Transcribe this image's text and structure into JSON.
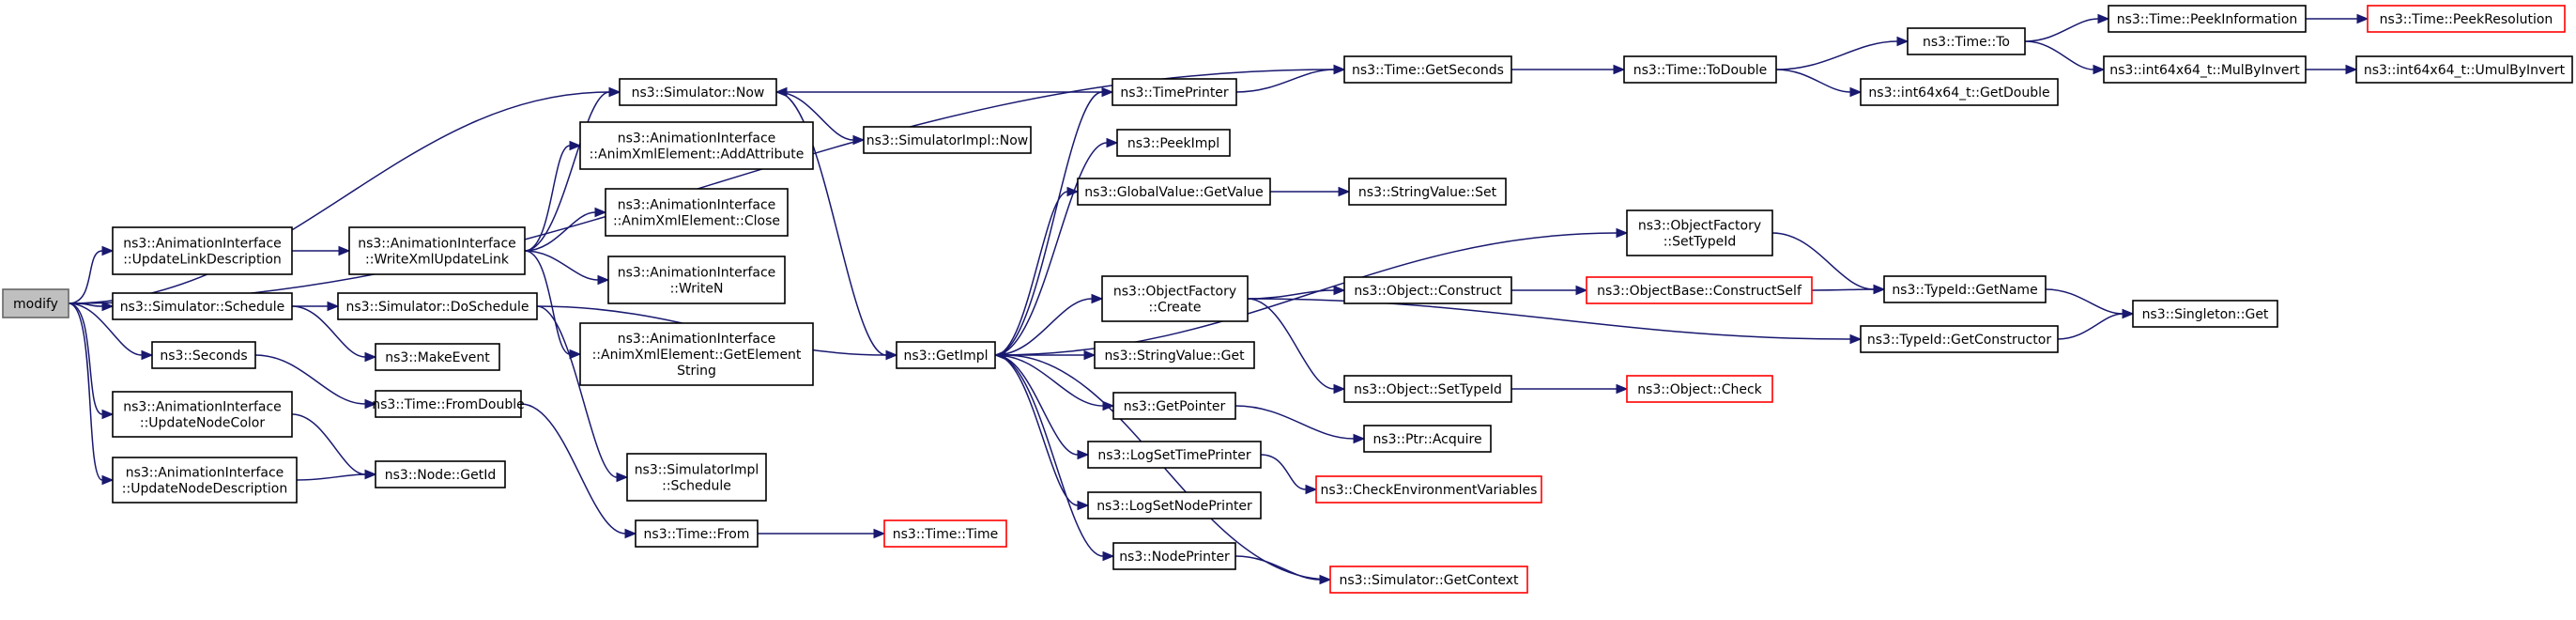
{
  "diagram": {
    "type": "call-graph",
    "colors": {
      "edge": "#191970",
      "node_border": "#000000",
      "truncated_border": "#ff0000",
      "root_fill": "#bfbfbf",
      "background": "#ffffff"
    },
    "nodes": [
      {
        "id": "modify",
        "lines": [
          "modify"
        ],
        "root": true
      },
      {
        "id": "updateLinkDescription",
        "lines": [
          "ns3::AnimationInterface",
          "::UpdateLinkDescription"
        ]
      },
      {
        "id": "simSchedule",
        "lines": [
          "ns3::Simulator::Schedule"
        ]
      },
      {
        "id": "seconds",
        "lines": [
          "ns3::Seconds"
        ]
      },
      {
        "id": "updateNodeColor",
        "lines": [
          "ns3::AnimationInterface",
          "::UpdateNodeColor"
        ]
      },
      {
        "id": "updateNodeDescription",
        "lines": [
          "ns3::AnimationInterface",
          "::UpdateNodeDescription"
        ]
      },
      {
        "id": "writeXmlUpdateLink",
        "lines": [
          "ns3::AnimationInterface",
          "::WriteXmlUpdateLink"
        ]
      },
      {
        "id": "doSchedule",
        "lines": [
          "ns3::Simulator::DoSchedule"
        ]
      },
      {
        "id": "fromDouble",
        "lines": [
          "ns3::Time::FromDouble"
        ]
      },
      {
        "id": "nodeGetId",
        "lines": [
          "ns3::Node::GetId"
        ]
      },
      {
        "id": "simNow",
        "lines": [
          "ns3::Simulator::Now"
        ]
      },
      {
        "id": "addAttribute",
        "lines": [
          "ns3::AnimationInterface",
          "::AnimXmlElement::AddAttribute"
        ]
      },
      {
        "id": "close",
        "lines": [
          "ns3::AnimationInterface",
          "::AnimXmlElement::Close"
        ]
      },
      {
        "id": "writeN",
        "lines": [
          "ns3::AnimationInterface",
          "::WriteN"
        ]
      },
      {
        "id": "getElementString",
        "lines": [
          "ns3::AnimationInterface",
          "::AnimXmlElement::GetElement",
          "String"
        ]
      },
      {
        "id": "makeEvent",
        "lines": [
          "ns3::MakeEvent"
        ]
      },
      {
        "id": "simImplSchedule",
        "lines": [
          "ns3::SimulatorImpl",
          "::Schedule"
        ]
      },
      {
        "id": "timeFrom",
        "lines": [
          "ns3::Time::From"
        ]
      },
      {
        "id": "simImplNow",
        "lines": [
          "ns3::SimulatorImpl::Now"
        ]
      },
      {
        "id": "getImpl",
        "lines": [
          "ns3::GetImpl"
        ]
      },
      {
        "id": "timeTime",
        "lines": [
          "ns3::Time::Time"
        ],
        "truncated": true
      },
      {
        "id": "timePrinter",
        "lines": [
          "ns3::TimePrinter"
        ]
      },
      {
        "id": "peekImpl",
        "lines": [
          "ns3::PeekImpl"
        ]
      },
      {
        "id": "globalGetValue",
        "lines": [
          "ns3::GlobalValue::GetValue"
        ]
      },
      {
        "id": "objFactoryCreate",
        "lines": [
          "ns3::ObjectFactory",
          "::Create"
        ]
      },
      {
        "id": "stringValueGet",
        "lines": [
          "ns3::StringValue::Get"
        ]
      },
      {
        "id": "getPointer",
        "lines": [
          "ns3::GetPointer"
        ]
      },
      {
        "id": "logSetTimePrinter",
        "lines": [
          "ns3::LogSetTimePrinter"
        ]
      },
      {
        "id": "logSetNodePrinter",
        "lines": [
          "ns3::LogSetNodePrinter"
        ]
      },
      {
        "id": "nodePrinter",
        "lines": [
          "ns3::NodePrinter"
        ]
      },
      {
        "id": "timeGetSeconds",
        "lines": [
          "ns3::Time::GetSeconds"
        ]
      },
      {
        "id": "stringValueSet",
        "lines": [
          "ns3::StringValue::Set"
        ]
      },
      {
        "id": "objConstruct",
        "lines": [
          "ns3::Object::Construct"
        ]
      },
      {
        "id": "objSetTypeId",
        "lines": [
          "ns3::Object::SetTypeId"
        ]
      },
      {
        "id": "ptrAcquire",
        "lines": [
          "ns3::Ptr::Acquire"
        ]
      },
      {
        "id": "checkEnv",
        "lines": [
          "ns3::CheckEnvironmentVariables"
        ],
        "truncated": true
      },
      {
        "id": "simGetContext",
        "lines": [
          "ns3::Simulator::GetContext"
        ],
        "truncated": true
      },
      {
        "id": "timeToDouble",
        "lines": [
          "ns3::Time::ToDouble"
        ]
      },
      {
        "id": "objFactorySetTypeId",
        "lines": [
          "ns3::ObjectFactory",
          "::SetTypeId"
        ]
      },
      {
        "id": "objBaseConstructSelf",
        "lines": [
          "ns3::ObjectBase::ConstructSelf"
        ],
        "truncated": true
      },
      {
        "id": "objCheck",
        "lines": [
          "ns3::Object::Check"
        ],
        "truncated": true
      },
      {
        "id": "timeTo",
        "lines": [
          "ns3::Time::To"
        ]
      },
      {
        "id": "int64GetDouble",
        "lines": [
          "ns3::int64x64_t::GetDouble"
        ]
      },
      {
        "id": "typeIdGetName",
        "lines": [
          "ns3::TypeId::GetName"
        ]
      },
      {
        "id": "typeIdGetConstructor",
        "lines": [
          "ns3::TypeId::GetConstructor"
        ]
      },
      {
        "id": "timePeekInfo",
        "lines": [
          "ns3::Time::PeekInformation"
        ]
      },
      {
        "id": "int64MulByInvert",
        "lines": [
          "ns3::int64x64_t::MulByInvert"
        ]
      },
      {
        "id": "singletonGet",
        "lines": [
          "ns3::Singleton::Get"
        ]
      },
      {
        "id": "timePeekResolution",
        "lines": [
          "ns3::Time::PeekResolution"
        ],
        "truncated": true
      },
      {
        "id": "int64UmulByInvert",
        "lines": [
          "ns3::int64x64_t::UmulByInvert"
        ]
      }
    ],
    "edges": [
      [
        "modify",
        "timeGetSeconds"
      ],
      [
        "modify",
        "simNow"
      ],
      [
        "modify",
        "updateLinkDescription"
      ],
      [
        "modify",
        "simSchedule"
      ],
      [
        "modify",
        "seconds"
      ],
      [
        "modify",
        "updateNodeColor"
      ],
      [
        "modify",
        "updateNodeDescription"
      ],
      [
        "updateLinkDescription",
        "writeXmlUpdateLink"
      ],
      [
        "writeXmlUpdateLink",
        "simNow"
      ],
      [
        "writeXmlUpdateLink",
        "addAttribute"
      ],
      [
        "writeXmlUpdateLink",
        "close"
      ],
      [
        "writeXmlUpdateLink",
        "writeN"
      ],
      [
        "writeXmlUpdateLink",
        "getElementString"
      ],
      [
        "simSchedule",
        "doSchedule"
      ],
      [
        "simSchedule",
        "makeEvent"
      ],
      [
        "doSchedule",
        "getImpl"
      ],
      [
        "doSchedule",
        "simImplSchedule"
      ],
      [
        "seconds",
        "fromDouble"
      ],
      [
        "fromDouble",
        "timeFrom"
      ],
      [
        "timeFrom",
        "timeTime"
      ],
      [
        "updateNodeColor",
        "nodeGetId"
      ],
      [
        "updateNodeDescription",
        "nodeGetId"
      ],
      [
        "simNow",
        "simImplNow"
      ],
      [
        "simNow",
        "getImpl"
      ],
      [
        "getImpl",
        "timePrinter"
      ],
      [
        "getImpl",
        "peekImpl"
      ],
      [
        "getImpl",
        "globalGetValue"
      ],
      [
        "getImpl",
        "objFactorySetTypeId"
      ],
      [
        "getImpl",
        "objFactoryCreate"
      ],
      [
        "getImpl",
        "stringValueGet"
      ],
      [
        "getImpl",
        "getPointer"
      ],
      [
        "getImpl",
        "logSetTimePrinter"
      ],
      [
        "getImpl",
        "logSetNodePrinter"
      ],
      [
        "getImpl",
        "nodePrinter"
      ],
      [
        "timePrinter",
        "simNow"
      ],
      [
        "timePrinter",
        "timeGetSeconds"
      ],
      [
        "globalGetValue",
        "stringValueSet"
      ],
      [
        "objFactoryCreate",
        "objConstruct"
      ],
      [
        "objFactoryCreate",
        "objSetTypeId"
      ],
      [
        "objFactoryCreate",
        "typeIdGetConstructor"
      ],
      [
        "getPointer",
        "ptrAcquire"
      ],
      [
        "logSetTimePrinter",
        "checkEnv"
      ],
      [
        "nodePrinter",
        "simGetContext"
      ],
      [
        "simGetContext",
        "getImpl"
      ],
      [
        "objConstruct",
        "objBaseConstructSelf"
      ],
      [
        "objBaseConstructSelf",
        "typeIdGetName"
      ],
      [
        "objSetTypeId",
        "objCheck"
      ],
      [
        "objFactorySetTypeId",
        "typeIdGetName"
      ],
      [
        "typeIdGetName",
        "singletonGet"
      ],
      [
        "typeIdGetConstructor",
        "singletonGet"
      ],
      [
        "timeGetSeconds",
        "timeToDouble"
      ],
      [
        "timeToDouble",
        "timeTo"
      ],
      [
        "timeToDouble",
        "int64GetDouble"
      ],
      [
        "timeTo",
        "timePeekInfo"
      ],
      [
        "timeTo",
        "int64MulByInvert"
      ],
      [
        "timePeekInfo",
        "timePeekResolution"
      ],
      [
        "int64MulByInvert",
        "int64UmulByInvert"
      ]
    ]
  }
}
